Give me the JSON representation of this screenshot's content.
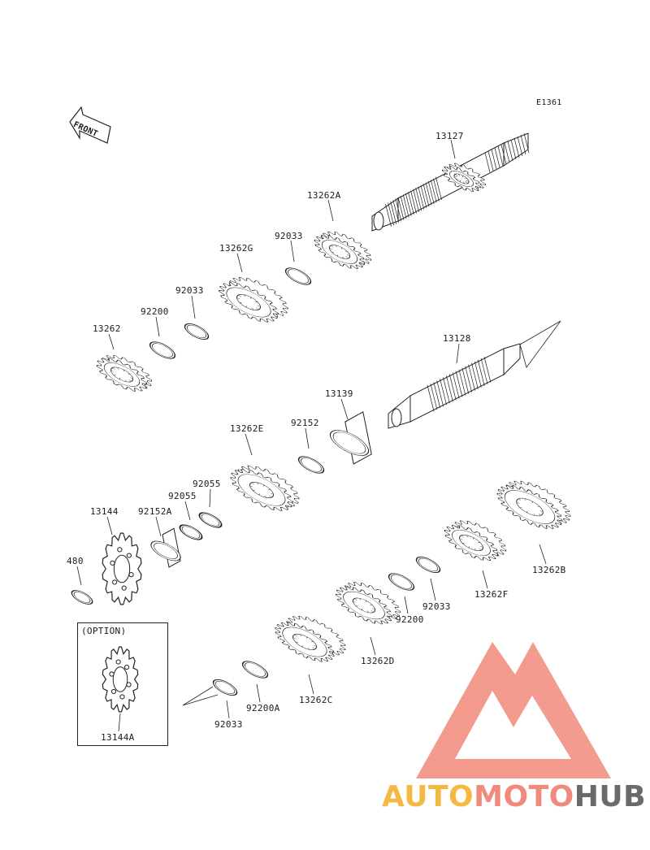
{
  "diagram_code": "E1361",
  "front_label": "FRONT",
  "option_label": "(OPTION)",
  "parts": {
    "p13127": "13127",
    "p13262A": "13262A",
    "p92033_a": "92033",
    "p13262G": "13262G",
    "p92033_b": "92033",
    "p92200": "92200",
    "p13262": "13262",
    "p13128": "13128",
    "p13139": "13139",
    "p92152": "92152",
    "p13262E": "13262E",
    "p92055_a": "92055",
    "p92055_b": "92055",
    "p92152A": "92152A",
    "p13144": "13144",
    "p480": "480",
    "p13262B": "13262B",
    "p13262F": "13262F",
    "p92033_c": "92033",
    "p92200_b": "92200",
    "p13262D": "13262D",
    "p13262C": "13262C",
    "p92200A": "92200A",
    "p92033_d": "92033",
    "p13144A": "13144A"
  },
  "watermark": {
    "part1": "AUTO",
    "part2": "MOTO",
    "part3": "HUB",
    "colors": {
      "auto": "#f4b942",
      "moto": "#f08a7a",
      "hub": "#6a6a6a",
      "logo": "#f08a7a"
    }
  }
}
